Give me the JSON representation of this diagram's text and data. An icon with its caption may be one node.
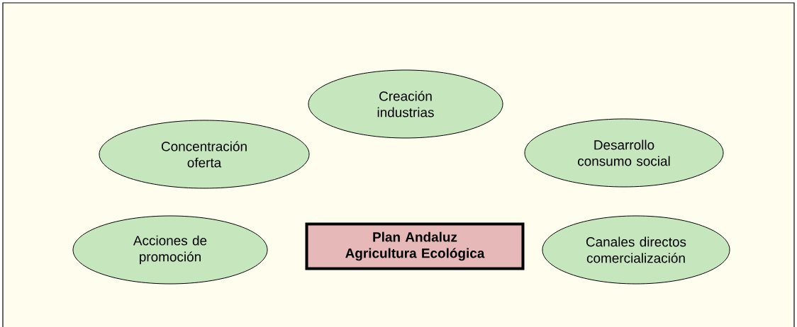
{
  "diagram": {
    "nodes": [
      {
        "text": [
          "Creación industrias"
        ]
      },
      {
        "text": [
          "Concentración oferta"
        ]
      },
      {
        "text": [
          "Desarrollo consumo social"
        ]
      },
      {
        "text": [
          "Acciones de promoción"
        ]
      },
      {
        "text": [
          "Plan Andaluz Agricultura Ecológica"
        ]
      },
      {
        "text": [
          "Canales directos comercialización"
        ]
      }
    ]
  }
}
